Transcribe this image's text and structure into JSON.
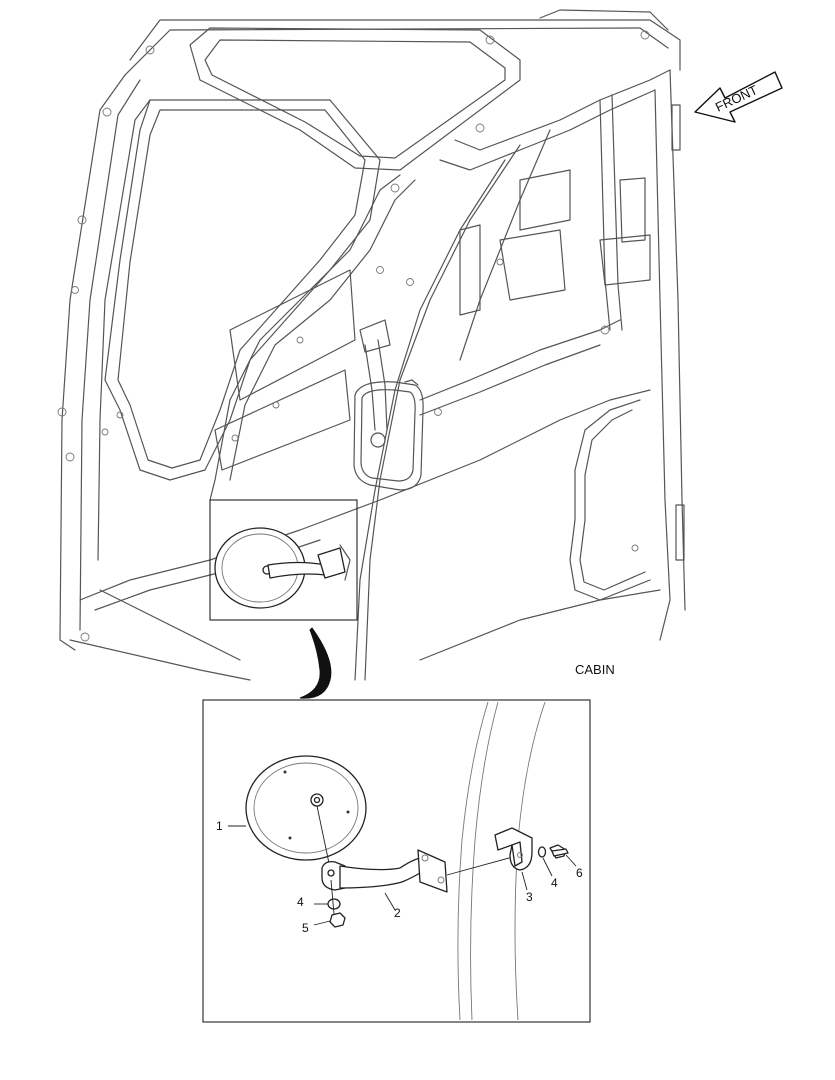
{
  "orientation_label": "FRONT",
  "section_label": "CABIN",
  "callouts": [
    {
      "key": "mirror",
      "label": "1"
    },
    {
      "key": "stay",
      "label": "2"
    },
    {
      "key": "bracket",
      "label": "3"
    },
    {
      "key": "washer_left",
      "label": "4"
    },
    {
      "key": "washer_right",
      "label": "4"
    },
    {
      "key": "nut",
      "label": "5"
    },
    {
      "key": "bolt",
      "label": "6"
    }
  ]
}
